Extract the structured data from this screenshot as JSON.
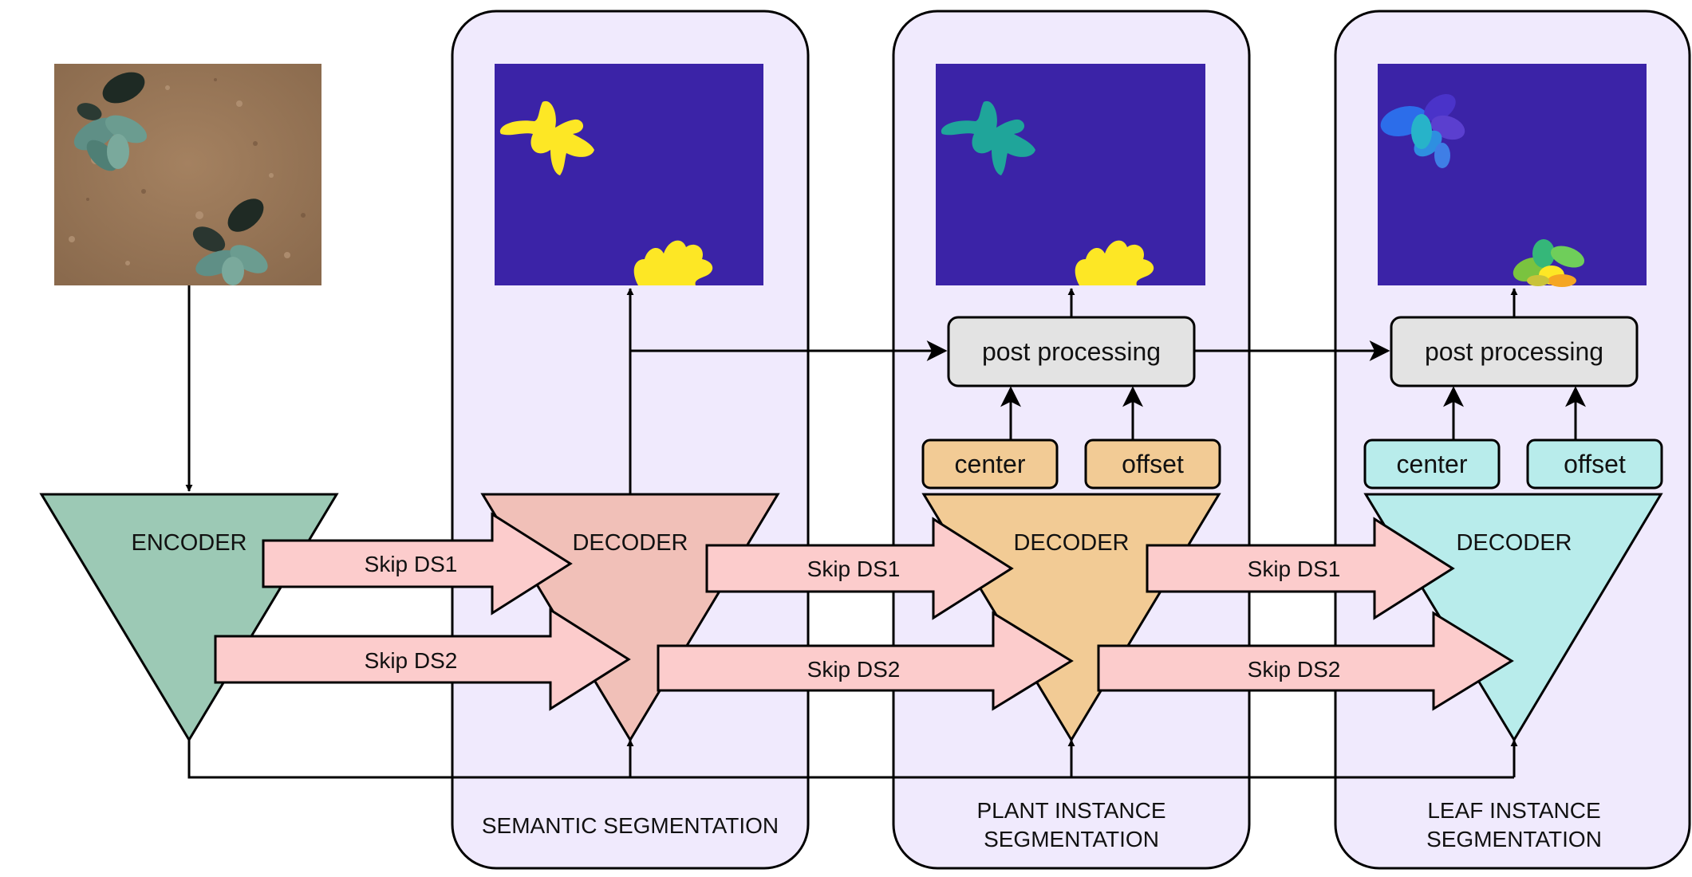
{
  "panels": {
    "semantic": {
      "title_line1": "SEMANTIC SEGMENTATION",
      "title_line2": ""
    },
    "plant": {
      "title_line1": "PLANT INSTANCE",
      "title_line2": "SEGMENTATION"
    },
    "leaf": {
      "title_line1": "LEAF INSTANCE",
      "title_line2": "SEGMENTATION"
    }
  },
  "encoder": {
    "label": "ENCODER"
  },
  "decoders": {
    "semantic": {
      "label": "DECODER"
    },
    "plant": {
      "label": "DECODER",
      "center": "center",
      "offset": "offset",
      "post": "post processing"
    },
    "leaf": {
      "label": "DECODER",
      "center": "center",
      "offset": "offset",
      "post": "post processing"
    }
  },
  "skips": {
    "ds1": "Skip DS1",
    "ds2": "Skip DS2"
  },
  "colors": {
    "panel_bg": "#f0eafd",
    "encoder": "#9cc9b5",
    "semantic_decoder": "#f1c0b8",
    "plant_decoder": "#f2cb95",
    "leaf_decoder": "#b8eceb",
    "skip_arrow": "#fccccc",
    "post_box": "#e3e3e3",
    "mask_bg": "#3b23a7",
    "plant_yellow": "#fde725",
    "plant_teal": "#1fa59a"
  }
}
